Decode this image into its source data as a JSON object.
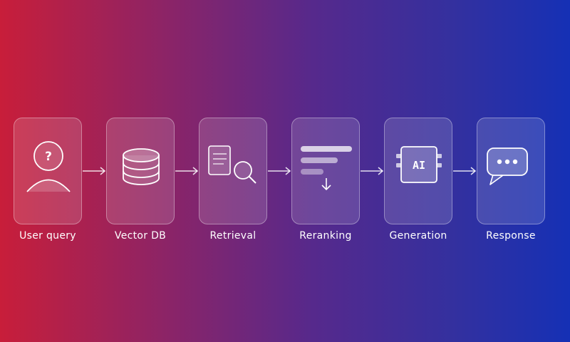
{
  "diagram": {
    "steps": [
      {
        "label": "User query",
        "icon": "user-question-icon"
      },
      {
        "label": "Vector DB",
        "icon": "database-icon"
      },
      {
        "label": "Retrieval",
        "icon": "document-search-icon"
      },
      {
        "label": "Reranking",
        "icon": "sorted-list-icon"
      },
      {
        "label": "Generation",
        "icon": "ai-chip-icon"
      },
      {
        "label": "Response",
        "icon": "chat-bubble-icon"
      }
    ],
    "chip_text": "AI",
    "query_mark": "?",
    "colors": {
      "gradient_start": "#c81e3a",
      "gradient_end": "#1530b5",
      "card_fill": "rgba(255,255,255,0.14)",
      "line": "#ffffff"
    }
  }
}
